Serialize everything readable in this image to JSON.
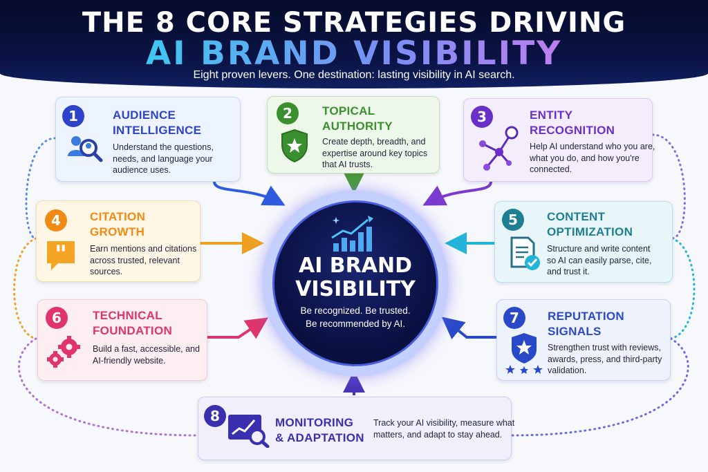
{
  "header": {
    "title_line1": "THE 8 CORE STRATEGIES DRIVING",
    "title_line2": "AI BRAND VISIBILITY",
    "subtitle": "Eight proven levers. One destination: lasting visibility in AI search."
  },
  "center": {
    "title_line1": "AI BRAND",
    "title_line2": "VISIBILITY",
    "tagline_line1": "Be recognized. Be trusted.",
    "tagline_line2": "Be recommended by AI."
  },
  "strategies": [
    {
      "number": "1",
      "title_line1": "AUDIENCE",
      "title_line2": "INTELLIGENCE",
      "desc_lines": [
        "Understand the questions,",
        "needs, and language your",
        "audience uses."
      ],
      "color": "#2f43c8",
      "icon": "audience-search-icon"
    },
    {
      "number": "2",
      "title_line1": "TOPICAL",
      "title_line2": "AUTHORITY",
      "desc_lines": [
        "Create depth, breadth, and",
        "expertise around key topics",
        "that AI trusts."
      ],
      "color": "#3a8f2e",
      "icon": "shield-star-icon"
    },
    {
      "number": "3",
      "title_line1": "ENTITY",
      "title_line2": "RECOGNITION",
      "desc_lines": [
        "Help AI understand who you are,",
        "what you do, and how you're",
        "connected."
      ],
      "color": "#6a2fc8",
      "icon": "network-nodes-icon"
    },
    {
      "number": "4",
      "title_line1": "CITATION",
      "title_line2": "GROWTH",
      "desc_lines": [
        "Earn mentions and citations",
        "across trusted, relevant",
        "sources."
      ],
      "color": "#f08a12",
      "icon": "quote-bubble-icon"
    },
    {
      "number": "5",
      "title_line1": "CONTENT",
      "title_line2": "OPTIMIZATION",
      "desc_lines": [
        "Structure and write content",
        "so AI can easily parse, cite,",
        "and trust it."
      ],
      "color": "#1e7f93",
      "icon": "document-check-icon"
    },
    {
      "number": "6",
      "title_line1": "TECHNICAL",
      "title_line2": "FOUNDATION",
      "desc_lines": [
        "Build a fast, accessible, and",
        "AI-friendly website."
      ],
      "color": "#e0356c",
      "icon": "gears-icon"
    },
    {
      "number": "7",
      "title_line1": "REPUTATION",
      "title_line2": "SIGNALS",
      "desc_lines": [
        "Strengthen trust with reviews,",
        "awards, press, and third-party",
        "validation."
      ],
      "color": "#2a49c8",
      "icon": "badge-stars-icon"
    },
    {
      "number": "8",
      "title_line1": "MONITORING",
      "title_line2": "& ADAPTATION",
      "desc_lines": [
        "Track your AI visibility, measure what",
        "matters, and adapt to stay ahead."
      ],
      "color": "#3a2fae",
      "icon": "analytics-magnifier-icon"
    }
  ]
}
